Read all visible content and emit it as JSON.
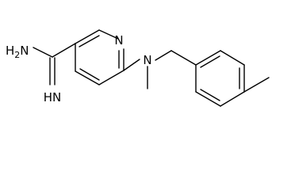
{
  "molecule": {
    "atoms": {
      "ring_n": "N",
      "amine_n": "N",
      "amidine_nh2": {
        "main": "H",
        "subscript": "2",
        "tail": "N"
      },
      "amidine_nh": "HN"
    }
  }
}
